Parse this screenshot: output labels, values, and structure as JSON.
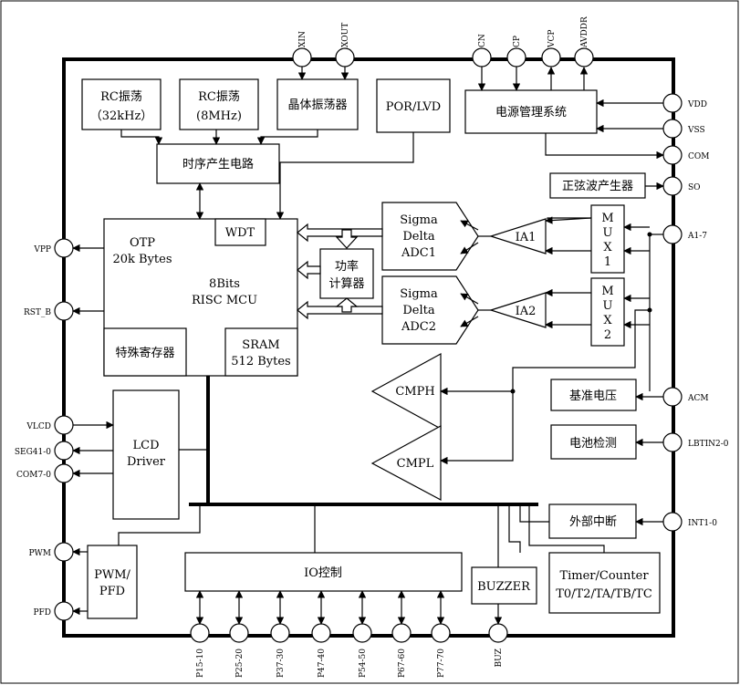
{
  "top_pins": {
    "xin": "XIN",
    "xout": "XOUT",
    "cn": "CN",
    "cp": "CP",
    "vcp": "VCP",
    "avddr": "AVDDR"
  },
  "right_pins": {
    "vdd": "VDD",
    "vss": "VSS",
    "com": "COM",
    "so": "SO",
    "a1_7": "A1-7",
    "acm": "ACM",
    "lbtin": "LBTIN2-0",
    "int": "INT1-0"
  },
  "left_pins": {
    "vpp": "VPP",
    "rst_b": "RST_B",
    "vlcd": "VLCD",
    "seg": "SEG41-0",
    "com": "COM7-0",
    "pwm": "PWM",
    "pfd": "PFD"
  },
  "bottom_pins": [
    "P15-10",
    "P25-20",
    "P37-30",
    "P47-40",
    "P54-50",
    "P67-60",
    "P77-70",
    "BUZ"
  ],
  "blocks": {
    "rc32_line1": "RC振荡",
    "rc32_line2": "（32kHz）",
    "rc8_line1": "RC振荡",
    "rc8_line2": "(8MHz)",
    "crystal": "晶体振荡器",
    "porlvd": "POR/LVD",
    "power_mgmt": "电源管理系统",
    "clock_gen": "时序产生电路",
    "sine_gen": "正弦波产生器",
    "otp_line1": "OTP",
    "otp_line2": "20k Bytes",
    "wdt": "WDT",
    "mcu_line1": "8Bits",
    "mcu_line2": "RISC  MCU",
    "sfr": "特殊寄存器",
    "sram_line1": "SRAM",
    "sram_line2": "512 Bytes",
    "power_calc_line1": "功率",
    "power_calc_line2": "计算器",
    "adc1_line1": "Sigma",
    "adc1_line2": "Delta",
    "adc1_line3": "ADC1",
    "adc2_line1": "Sigma",
    "adc2_line2": "Delta",
    "adc2_line3": "ADC2",
    "ia1": "IA1",
    "ia2": "IA2",
    "mux1": [
      "M",
      "U",
      "X",
      "1"
    ],
    "mux2": [
      "M",
      "U",
      "X",
      "2"
    ],
    "cmph": "CMPH",
    "cmpl": "CMPL",
    "vref": "基准电压",
    "battery": "电池检测",
    "ext_int": "外部中断",
    "lcd_line1": "LCD",
    "lcd_line2": "Driver",
    "pwm_line1": "PWM/",
    "pwm_line2": "PFD",
    "io": "IO控制",
    "buzzer": "BUZZER",
    "timer_line1": "Timer/Counter",
    "timer_line2": "T0/T2/TA/TB/TC"
  }
}
